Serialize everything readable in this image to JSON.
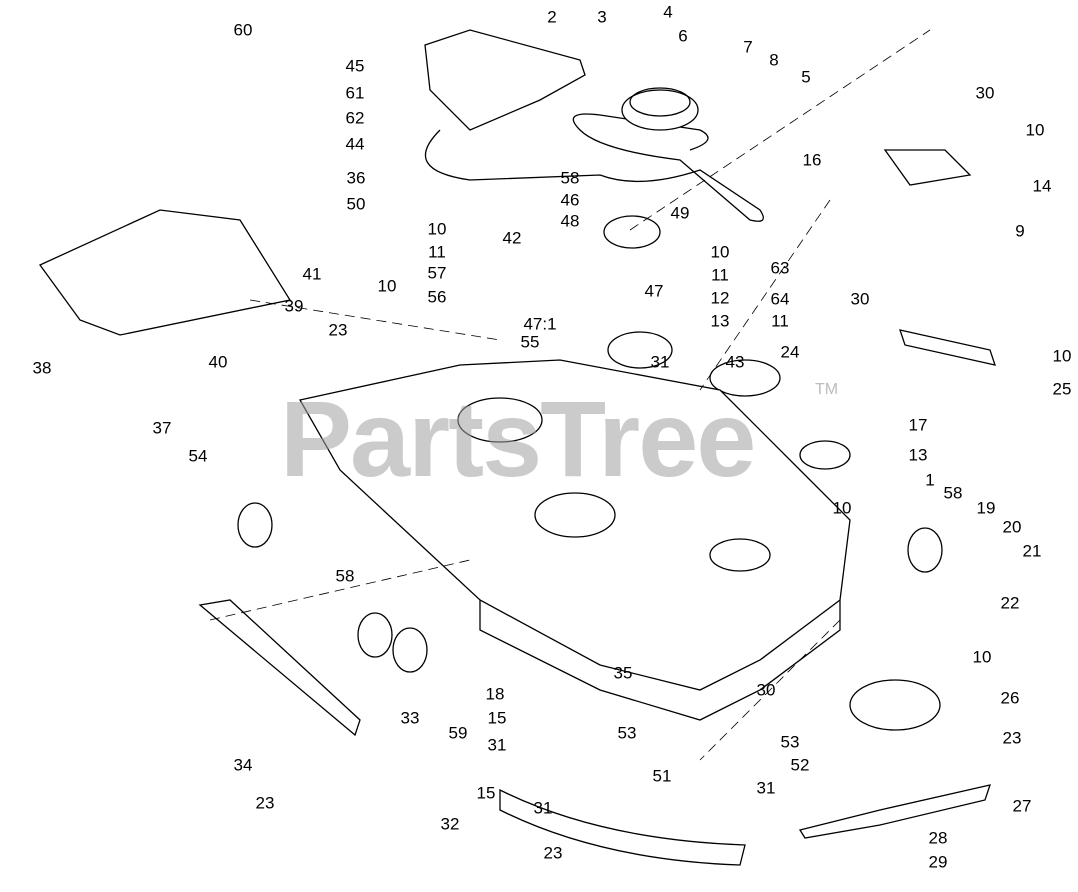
{
  "watermark": {
    "text": "PartsTree",
    "trademark": "TM"
  },
  "callouts": [
    "60",
    "2",
    "3",
    "4",
    "6",
    "7",
    "8",
    "5",
    "45",
    "61",
    "62",
    "44",
    "36",
    "50",
    "30",
    "10",
    "16",
    "14",
    "9",
    "58",
    "46",
    "48",
    "49",
    "42",
    "10",
    "11",
    "57",
    "56",
    "10",
    "11",
    "12",
    "13",
    "63",
    "64",
    "11",
    "24",
    "47",
    "47:1",
    "30",
    "10",
    "25",
    "41",
    "10",
    "39",
    "38",
    "40",
    "23",
    "55",
    "37",
    "54",
    "31",
    "43",
    "17",
    "13",
    "1",
    "58",
    "19",
    "20",
    "21",
    "10",
    "58",
    "22",
    "10",
    "30",
    "26",
    "23",
    "27",
    "28",
    "29",
    "35",
    "53",
    "51",
    "53",
    "52",
    "31",
    "18",
    "15",
    "31",
    "59",
    "33",
    "15",
    "31",
    "34",
    "23",
    "32",
    "23"
  ]
}
